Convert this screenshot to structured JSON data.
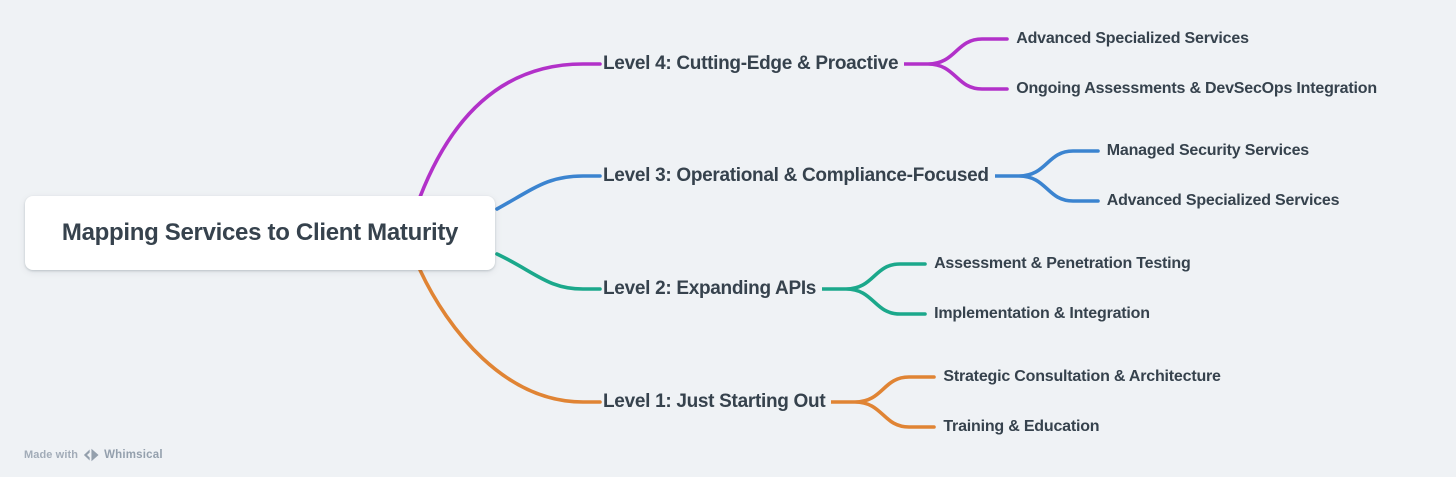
{
  "background_color": "#eff2f5",
  "text_color": "#36424d",
  "root": {
    "label": "Mapping Services to Client Maturity"
  },
  "branches": [
    {
      "label": "Level 4: Cutting-Edge & Proactive",
      "color": "#b231c9",
      "children": [
        "Advanced Specialized Services",
        "Ongoing Assessments & DevSecOps Integration"
      ]
    },
    {
      "label": "Level 3: Operational & Compliance-Focused",
      "color": "#3b84d0",
      "children": [
        "Managed Security Services",
        "Advanced Specialized Services"
      ]
    },
    {
      "label": "Level 2: Expanding APIs",
      "color": "#1ba88b",
      "children": [
        "Assessment & Penetration Testing",
        "Implementation & Integration"
      ]
    },
    {
      "label": "Level 1: Just Starting Out",
      "color": "#e08434",
      "children": [
        "Strategic Consultation & Architecture",
        "Training & Education"
      ]
    }
  ],
  "watermark": {
    "prefix": "Made with",
    "brand": "Whimsical"
  }
}
